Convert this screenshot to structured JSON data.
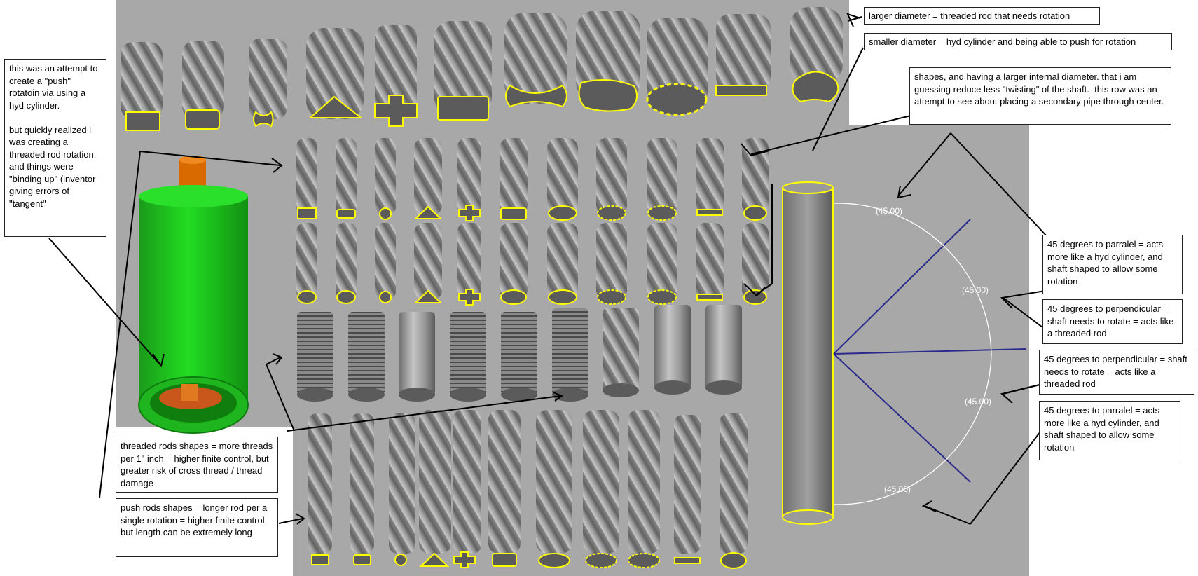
{
  "notes": {
    "attempt": "this was an attempt to\ncreate a \"push\" rotatoin via using a hyd cylinder.\n\nbut quickly realized i was creating a threaded rod rotation. and things were \"binding up\" (inventor giving errors of \"tangent\"",
    "larger_diameter": "larger diameter = threaded rod that needs rotation",
    "smaller_diameter": "smaller diameter = hyd cylinder and being able to push for rotation",
    "shapes": "shapes, and having a larger internal diameter. that i am guessing reduce less \"twisting\" of the shaft.  this row was an attempt to see about placing a secondary pipe through center.",
    "deg_parallel_1": "45 degrees to parralel = acts more like a hyd cylinder, and shaft shaped to allow some rotation",
    "deg_perp_1": "45 degrees to perpendicular = shaft needs to rotate = acts like a threaded rod",
    "deg_perp_2": "45 degrees to perpendicular = shaft needs to rotate = acts like a threaded rod",
    "deg_parallel_2": "45 degrees to parralel = acts more like a hyd cylinder, and shaft shaped to allow some rotation",
    "threaded_rods": "threaded rods shapes = more threads per 1\" inch = higher finite control, but greater risk of cross thread / thread damage",
    "push_rods": "push rods shapes = longer rod per a single rotation = higher finite control, but length can be extremely long"
  },
  "dimensions": [
    "(45.00)",
    "(45.00)",
    "(45.00)",
    "(45.00)"
  ],
  "colors": {
    "panel": "#a8a8a8",
    "shaft": "#8c8c8c",
    "highlight": "#ffff00",
    "cylinder": "#00cc00",
    "rod": "#d96a00",
    "angle_line": "#2a2a8c"
  }
}
